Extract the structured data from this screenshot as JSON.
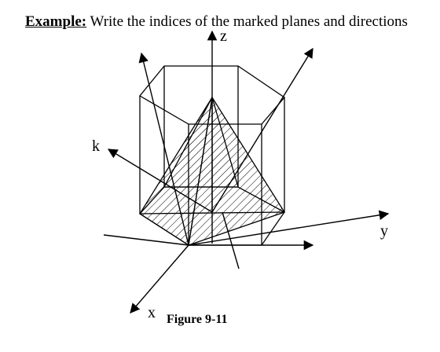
{
  "prompt": {
    "lead": "Example:",
    "text": " Write the indices of the marked planes and directions"
  },
  "labels": {
    "z": "z",
    "y": "y",
    "x": "x",
    "k": "k"
  },
  "caption": "Figure 9-11"
}
